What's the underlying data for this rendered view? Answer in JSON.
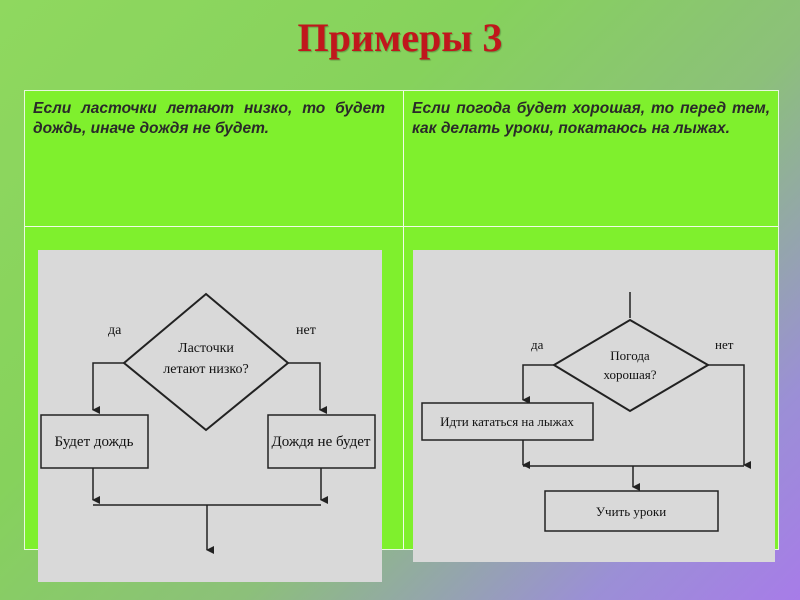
{
  "title": "Примеры 3",
  "conditions": {
    "left": "Если ласточки летают низко, то будет дождь, иначе дождя не будет.",
    "right": "Если погода будет хорошая, то перед тем, как делать уроки, покатаюсь на лыжах."
  },
  "flowchart_left": {
    "yes": "да",
    "no": "нет",
    "cond_line1": "Ласточки",
    "cond_line2": "летают низко?",
    "box_yes": "Будет дождь",
    "box_no": "Дождя не будет"
  },
  "flowchart_right": {
    "yes": "да",
    "no": "нет",
    "cond_line1": "Погода",
    "cond_line2": "хорошая?",
    "box_yes": "Идти кататься на лыжах",
    "box_final": "Учить уроки"
  },
  "colors": {
    "title": "#c0171c",
    "table_bg": "#7ff02d",
    "flowchart_bg": "#d9d9d9"
  }
}
